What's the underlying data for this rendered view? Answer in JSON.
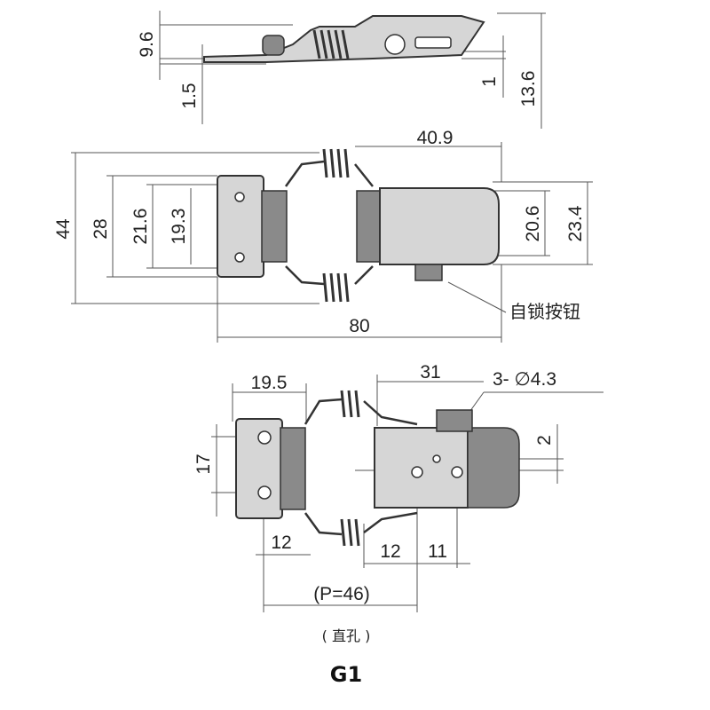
{
  "side_view": {
    "dim_overall_height": "9.6",
    "dim_plate_thickness": "1.5",
    "dim_small": "1",
    "dim_total_height": "13.6"
  },
  "top_view": {
    "dim_catch_offset": "40.9",
    "dim_width_outer": "44",
    "dim_width_28": "28",
    "dim_width_216": "21.6",
    "dim_width_193": "19.3",
    "dim_catch_206": "20.6",
    "dim_catch_234": "23.4",
    "dim_length": "80",
    "callout_lock_button": "自锁按钮"
  },
  "mount_view": {
    "dim_plate_length": "19.5",
    "dim_latch_length": "31",
    "dim_hole_spec": "3- ∅4.3",
    "dim_hole_spacing": "17",
    "dim_offset_2": "2",
    "dim_hole_to_edge": "12",
    "dim_12b": "12",
    "dim_11": "11",
    "dim_pitch": "(P=46)",
    "hole_type": "( 直孔 )"
  },
  "model_label": "G1"
}
